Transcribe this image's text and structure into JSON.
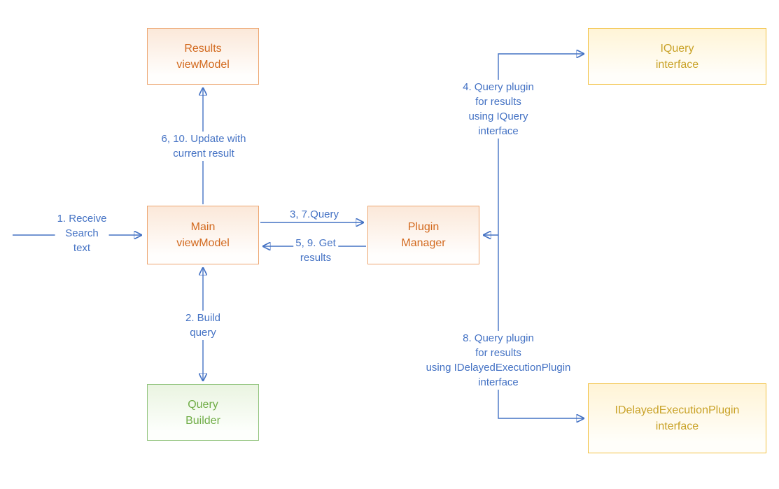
{
  "nodes": {
    "results_viewmodel": "Results\nviewModel",
    "iquery_interface": "IQuery\ninterface",
    "main_viewmodel": "Main\nviewModel",
    "plugin_manager": "Plugin\nManager",
    "query_builder": "Query\nBuilder",
    "idelayed_interface": "IDelayedExecutionPlugin\ninterface"
  },
  "labels": {
    "receive": "1. Receive\nSearch\ntext",
    "update": "6, 10. Update with\ncurrent result",
    "query": "3, 7.Query",
    "get_results": "5, 9. Get\nresults",
    "build_query": "2. Build\nquery",
    "query_iquery": "4. Query plugin\nfor results\nusing IQuery\ninterface",
    "query_idelayed": "8. Query plugin\nfor results\nusing IDelayedExecutionPlugin\ninterface"
  },
  "colors": {
    "connector_blue": "#4472C4",
    "orange_border": "#EDA671",
    "orange_text": "#D2691E",
    "gold_border": "#F2C142",
    "gold_text": "#C9A227",
    "green_border": "#92C47E",
    "green_text": "#70AD47"
  }
}
